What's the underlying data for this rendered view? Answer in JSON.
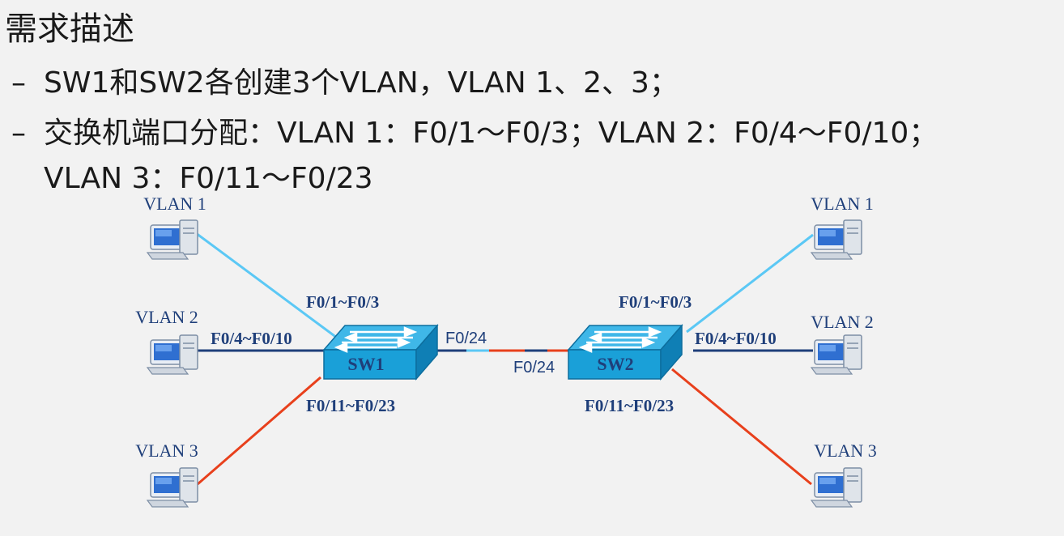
{
  "slide": {
    "title": "需求描述",
    "bullets": [
      {
        "dash": "–",
        "text": "SW1和SW2各创建3个VLAN，VLAN 1、2、3；"
      },
      {
        "dash": "–",
        "text": "交换机端口分配：VLAN 1：F0/1～F0/3；VLAN 2：F0/4～F0/10；"
      }
    ],
    "bullet_continuation": "VLAN 3：F0/11～F0/23"
  },
  "diagram": {
    "switches": [
      {
        "name": "SW1"
      },
      {
        "name": "SW2"
      }
    ],
    "hosts": {
      "sw1_vlan1": "VLAN 1",
      "sw1_vlan2": "VLAN 2",
      "sw1_vlan3": "VLAN 3",
      "sw2_vlan1": "VLAN 1",
      "sw2_vlan2": "VLAN 2",
      "sw2_vlan3": "VLAN 3"
    },
    "ports": {
      "sw1_vlan1": "F0/1~F0/3",
      "sw1_vlan2": "F0/4~F0/10",
      "sw1_vlan3": "F0/11~F0/23",
      "sw2_vlan1": "F0/1~F0/3",
      "sw2_vlan2": "F0/4~F0/10",
      "sw2_vlan3": "F0/11~F0/23",
      "sw1_trunk": "F0/24",
      "sw2_trunk": "F0/24"
    },
    "colors": {
      "vlan1_link": "#5bc8f5",
      "vlan2_link": "#1f3f7a",
      "vlan3_link": "#e8401c",
      "switch_face": "#1aa0d8",
      "switch_top": "#3fb7e8"
    }
  }
}
